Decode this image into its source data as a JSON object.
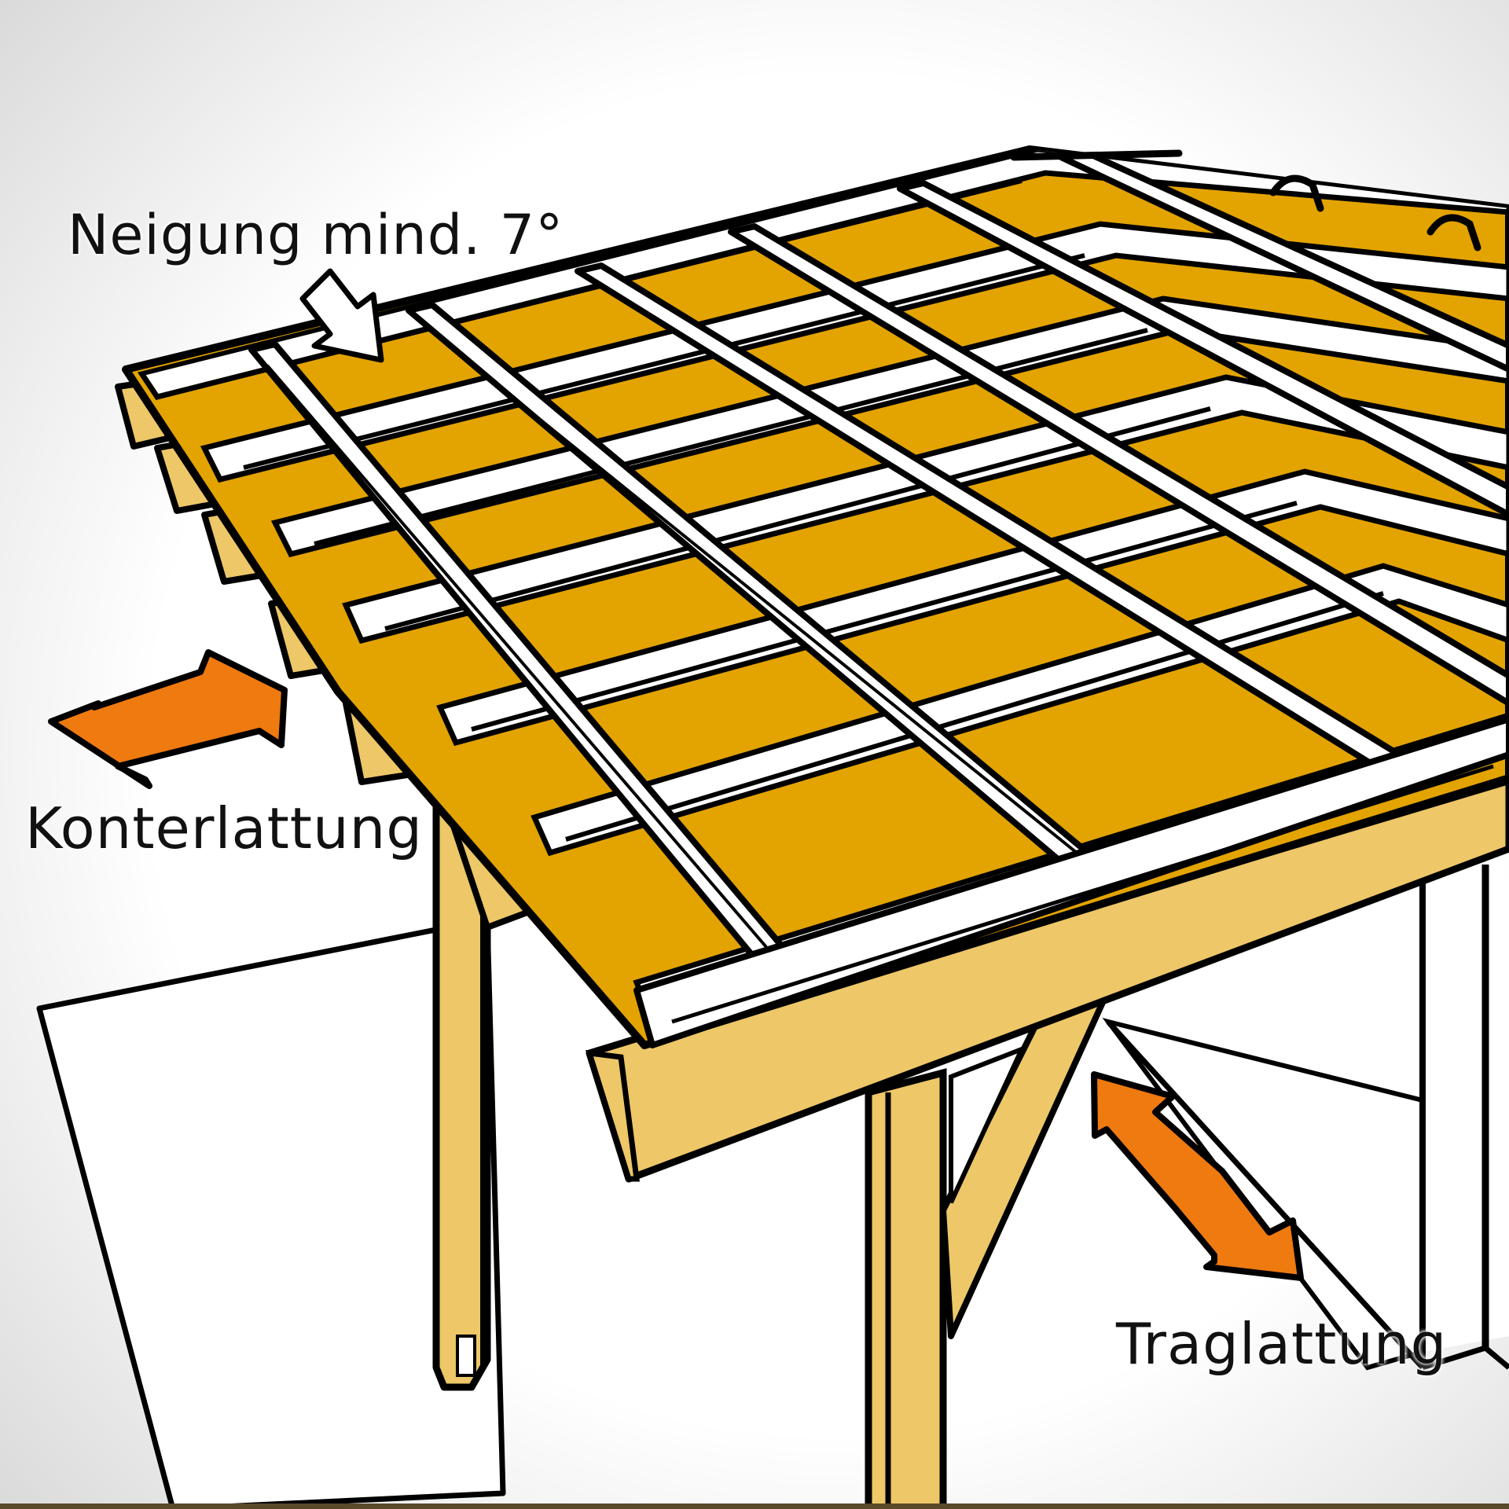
{
  "diagram": {
    "subject": "roof construction illustration (carport / pergola)",
    "labels": {
      "slope": "Neigung mind. 7°",
      "counter_battens": "Konterlattung",
      "support_battens": "Traglattung"
    },
    "colors": {
      "roof_panel": "#E3A300",
      "timber": "#EDC768",
      "batten": "#FFFFFF",
      "outline": "#000000",
      "arrow": "#EE7A10",
      "background": "#FFFFFF",
      "shadow": "#D8D8D8"
    },
    "callouts": [
      {
        "id": "slope-arrow",
        "type": "single-arrow",
        "fill": "#FFFFFF",
        "target": "roof top edge"
      },
      {
        "id": "konter-arrow",
        "type": "double-arrow",
        "fill": "#EE7A10",
        "target": "counter battens"
      },
      {
        "id": "trag-arrow",
        "type": "double-arrow",
        "fill": "#EE7A10",
        "target": "support battens"
      }
    ]
  }
}
